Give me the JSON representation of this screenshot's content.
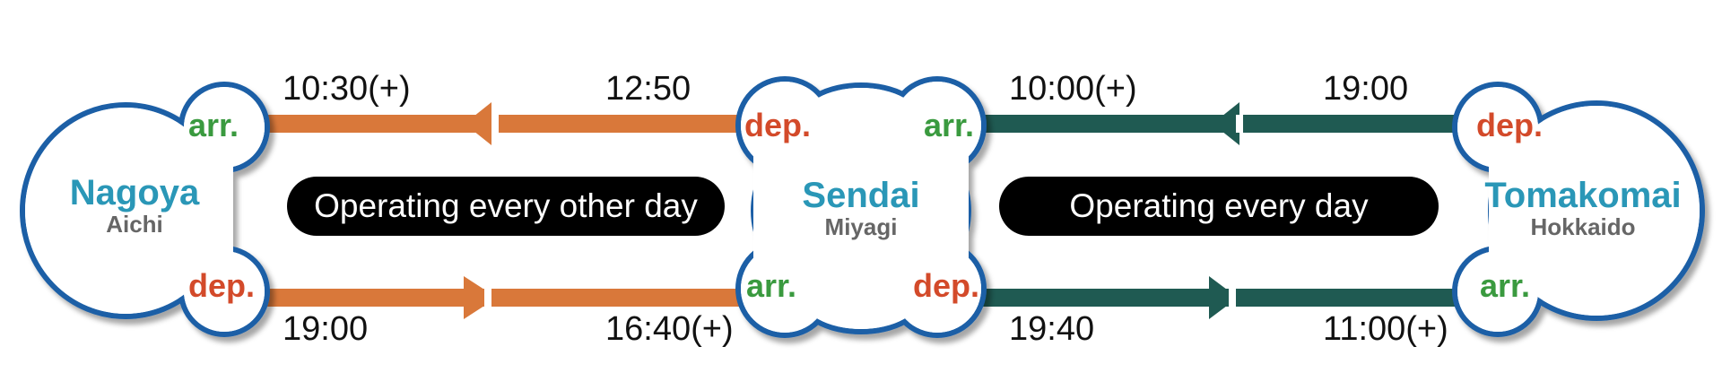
{
  "colors": {
    "orange": "#d9783a",
    "green": "#1f5a52",
    "cloud_border": "#1b5fa6",
    "arr": "#3a9a3f",
    "dep": "#d34a2a",
    "city_name": "#2a97b7",
    "pref": "#666666",
    "pill_bg": "#000000",
    "pill_text": "#ffffff"
  },
  "stations": {
    "nagoya": {
      "name": "Nagoya",
      "pref": "Aichi",
      "top_label": "arr.",
      "bottom_label": "dep."
    },
    "sendai": {
      "name": "Sendai",
      "pref": "Miyagi",
      "top_left_label": "dep.",
      "top_right_label": "arr.",
      "bottom_left_label": "arr.",
      "bottom_right_label": "dep."
    },
    "tomakomai": {
      "name": "Tomakomai",
      "pref": "Hokkaido",
      "top_label": "dep.",
      "bottom_label": "arr."
    }
  },
  "routes": {
    "nagoya_sendai": {
      "frequency": "Operating every other day",
      "top_left_time": "10:30(+)",
      "top_right_time": "12:50",
      "bottom_left_time": "19:00",
      "bottom_right_time": "16:40(+)"
    },
    "sendai_tomakomai": {
      "frequency": "Operating every day",
      "top_left_time": "10:00(+)",
      "top_right_time": "19:00",
      "bottom_left_time": "19:40",
      "bottom_right_time": "11:00(+)"
    }
  }
}
